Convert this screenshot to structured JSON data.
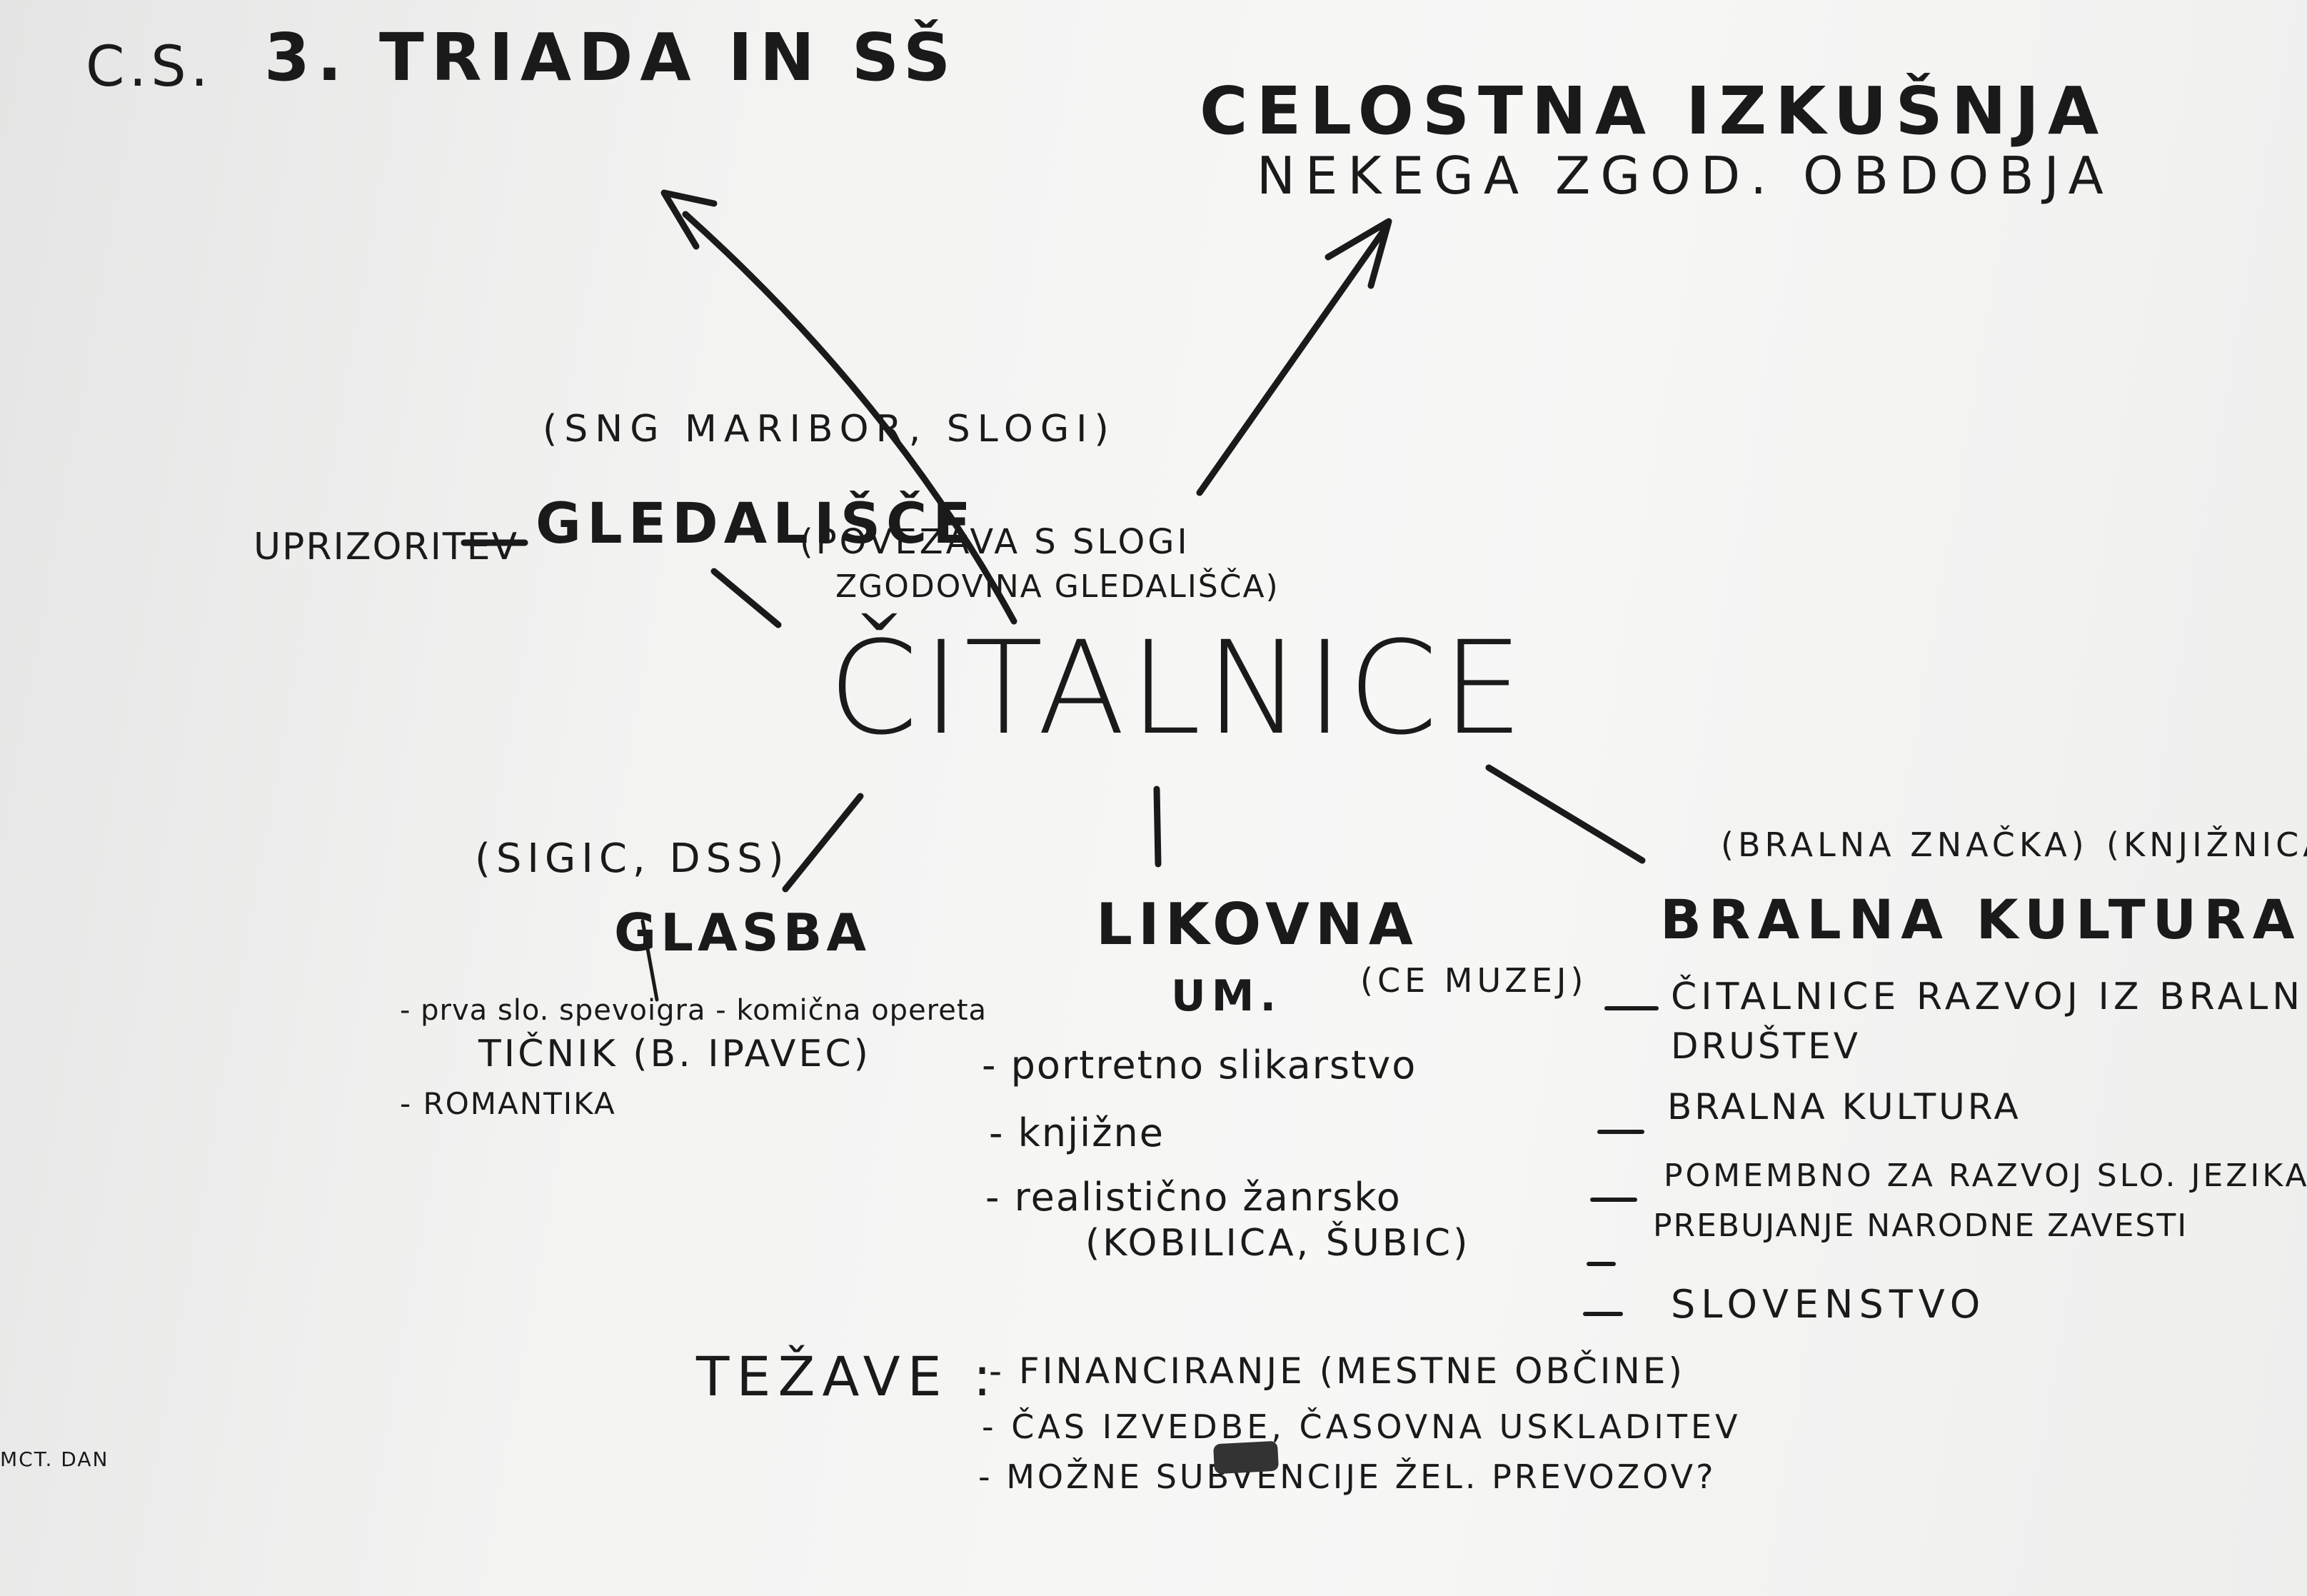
{
  "header": {
    "prefix": "C.S.",
    "title": "3. TRIADA IN SŠ",
    "goal_title": "CELOSTNA IZKUŠNJA",
    "goal_subtitle": "NEKEGA ZGOD. OBDOBJA"
  },
  "center": {
    "label": "ČITALNICE"
  },
  "gledalisce": {
    "note_top": "(SNG MARIBOR, SLOGI)",
    "left_label": "UPRIZORITEV",
    "label": "GLEDALIŠČE",
    "note_right_1": "(POVEZAVA S SLOGI",
    "note_right_2": "ZGODOVINA GLEDALIŠČA)"
  },
  "glasba": {
    "note": "(SIGIC, DSS)",
    "label": "GLASBA",
    "items": [
      "- prva slo. spevoigra - komična opereta",
      "TIČNIK (B. IPAVEC)",
      "- ROMANTIKA"
    ]
  },
  "likovna": {
    "label_1": "LIKOVNA",
    "label_2": "UM.",
    "note": "(CE MUZEJ)",
    "items": [
      "- portretno slikarstvo",
      "- knjižne",
      "- realistično žanrsko",
      "(KOBILICA, ŠUBIC)"
    ]
  },
  "bralna": {
    "note_1": "(BRALNA ZNAČKA)",
    "note_2": "(KNJIŽNICA)",
    "label": "BRALNA KULTURA",
    "items": [
      "ČITALNICE RAZVOJ IZ BRALNIH",
      "DRUŠTEV",
      "BRALNA KULTURA",
      "POMEMBNO ZA RAZVOJ SLO. JEZIKA",
      "PREBUJANJE NARODNE ZAVESTI",
      "SLOVENSTVO"
    ]
  },
  "tezave": {
    "label": "TEŽAVE :",
    "items": [
      "- FINANCIRANJE (MESTNE OBČINE)",
      "- ČAS IZVEDBE, ČASOVNA USKLADITEV",
      "- MOŽNE SUBVENCIJE ŽEL. PREVOZOV?"
    ]
  },
  "corner": {
    "text": "MCT. DAN"
  },
  "colors": {
    "ink": "#1a1a1a",
    "paper": "#f3f3f2"
  }
}
